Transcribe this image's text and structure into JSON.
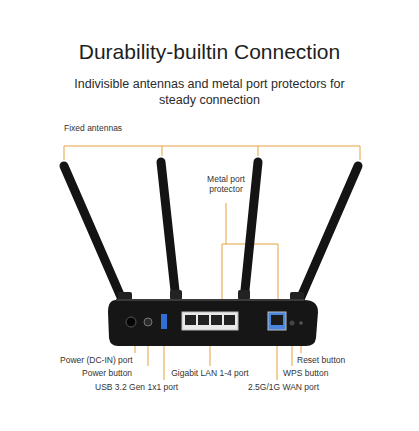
{
  "diagram": {
    "title": "Durability-builtin Connection",
    "labels": [
      "Indivisible antennas and metal port protectors for steady connection",
      "Fixed antennas",
      "Metal port protector",
      "Power (DC-IN) port",
      "Power button",
      "USB 3.2 Gen 1x1 port",
      "Gigabit LAN 1-4 port",
      "WPS button",
      "Reset button",
      "2.5G/1G WAN port"
    ]
  }
}
